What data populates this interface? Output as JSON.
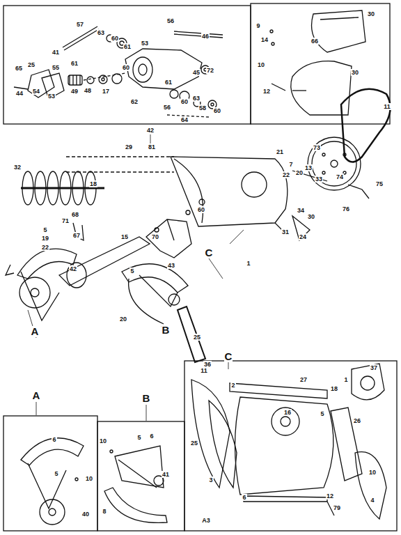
{
  "diagram": {
    "labels": [
      "57",
      "41",
      "63",
      "60",
      "61",
      "53",
      "56",
      "46",
      "45",
      "72",
      "65",
      "25",
      "55",
      "61",
      "44",
      "54",
      "53",
      "49",
      "48",
      "17",
      "60",
      "62",
      "61",
      "56",
      "60",
      "63",
      "58",
      "60",
      "64",
      "30",
      "9",
      "14",
      "66",
      "10",
      "30",
      "12",
      "42",
      "29",
      "81",
      "11",
      "73",
      "21",
      "7",
      "13",
      "22",
      "20",
      "33",
      "74",
      "75",
      "76",
      "34",
      "30",
      "31",
      "24",
      "32",
      "18",
      "68",
      "71",
      "5",
      "67",
      "19",
      "22",
      "15",
      "70",
      "60",
      "43",
      "C",
      "1",
      "42",
      "5",
      "A",
      "B",
      "20",
      "25",
      "36",
      "C",
      "A",
      "B",
      "6",
      "5",
      "10",
      "40",
      "10",
      "5",
      "6",
      "41",
      "8",
      "11",
      "2",
      "27",
      "18",
      "1",
      "37",
      "25",
      "3",
      "6",
      "16",
      "5",
      "26",
      "12",
      "79",
      "10",
      "4",
      "A3"
    ]
  }
}
